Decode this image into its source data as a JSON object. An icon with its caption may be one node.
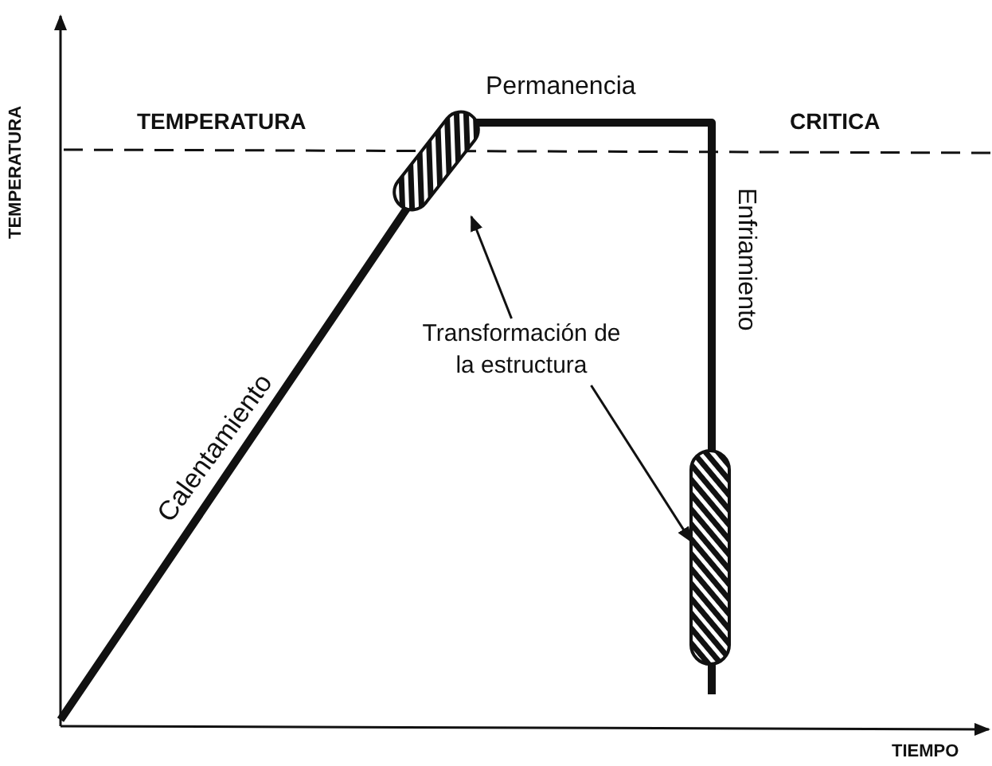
{
  "diagram": {
    "nodes": [
      {
        "text": [
          "Transformación de la estructura"
        ]
      },
      {
        "text": [],
        "shape": "bar"
      },
      {
        "text": [],
        "shape": "bar"
      }
    ],
    "edges": [
      {
        "from": 0,
        "to": 1,
        "arrow": "to"
      },
      {
        "from": 0,
        "to": 2,
        "arrow": "to"
      }
    ],
    "labels": [
      "TEMPERATURA",
      "TEMPERATURA",
      "Permanencia",
      "CRITICA",
      "Enfriamiento",
      "Calentamiento",
      "TIEMPO"
    ]
  }
}
